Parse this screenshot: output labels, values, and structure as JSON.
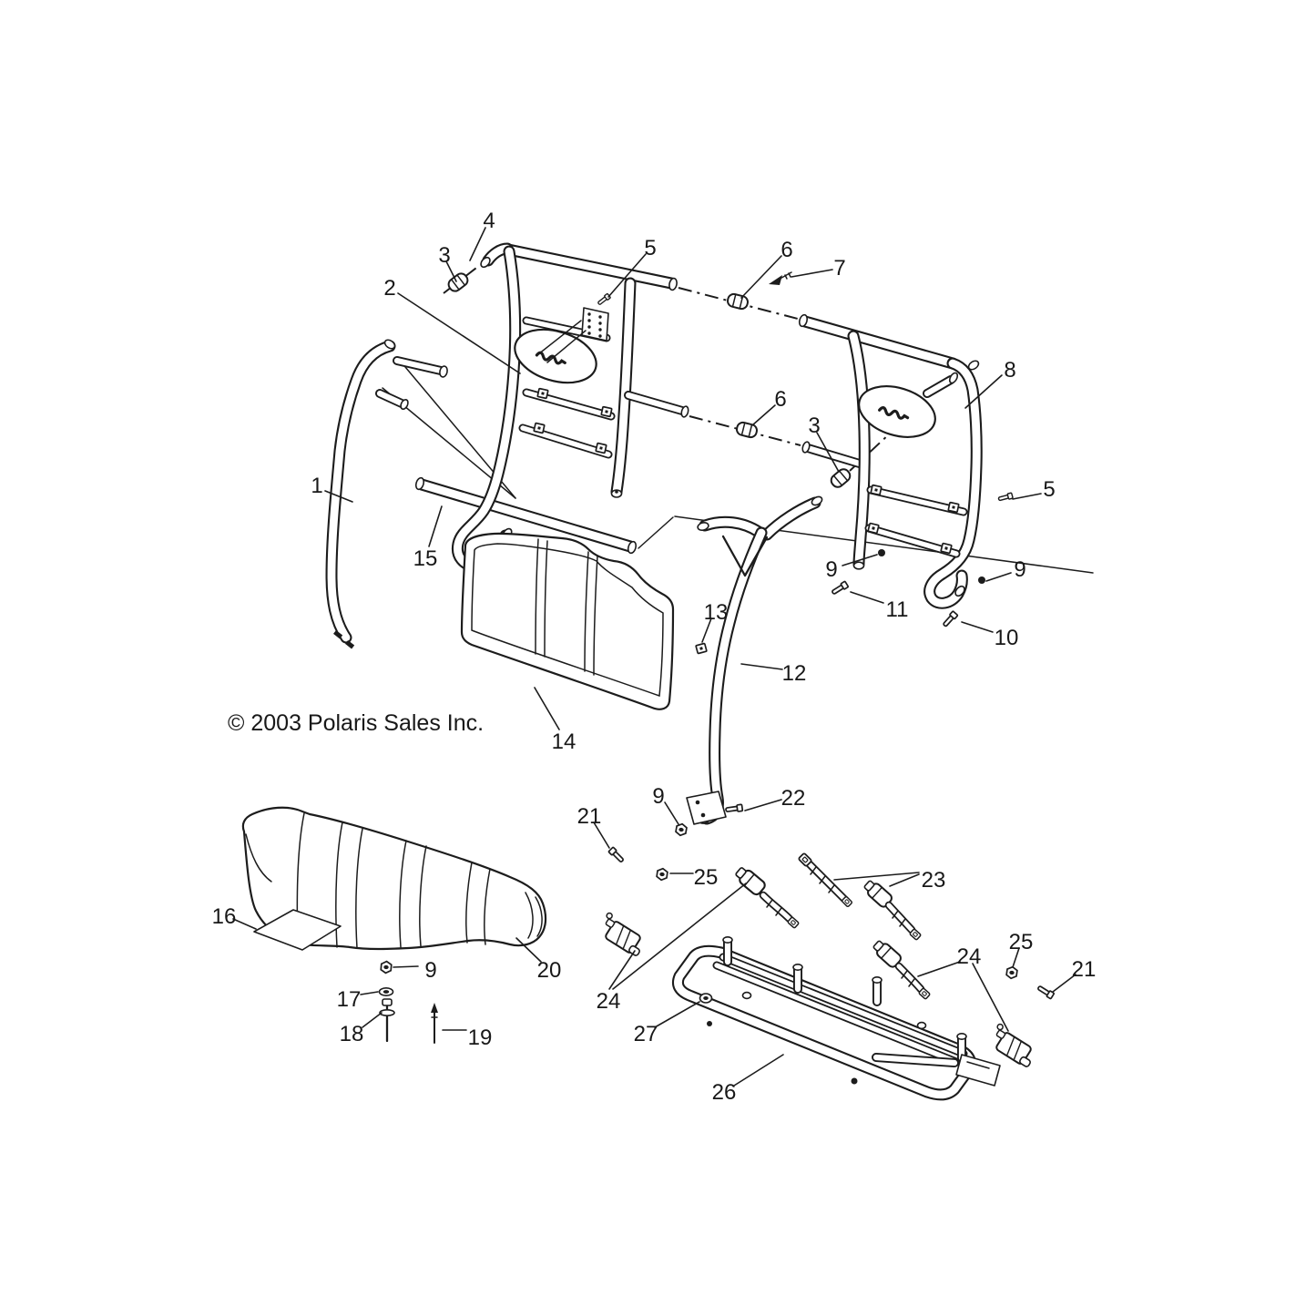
{
  "diagram": {
    "copyright": "© 2003 Polaris Sales Inc.",
    "ink_color": "#1c1c1c",
    "paper_color": "#ffffff"
  },
  "callouts": [
    {
      "ref": "4"
    },
    {
      "ref": "3"
    },
    {
      "ref": "2"
    },
    {
      "ref": "5"
    },
    {
      "ref": "6"
    },
    {
      "ref": "7"
    },
    {
      "ref": "6"
    },
    {
      "ref": "3"
    },
    {
      "ref": "8"
    },
    {
      "ref": "5"
    },
    {
      "ref": "1"
    },
    {
      "ref": "15"
    },
    {
      "ref": "9"
    },
    {
      "ref": "9"
    },
    {
      "ref": "11"
    },
    {
      "ref": "10"
    },
    {
      "ref": "13"
    },
    {
      "ref": "12"
    },
    {
      "ref": "14"
    },
    {
      "ref": "9"
    },
    {
      "ref": "22"
    },
    {
      "ref": "21"
    },
    {
      "ref": "25"
    },
    {
      "ref": "23"
    },
    {
      "ref": "16"
    },
    {
      "ref": "20"
    },
    {
      "ref": "9"
    },
    {
      "ref": "17"
    },
    {
      "ref": "18"
    },
    {
      "ref": "19"
    },
    {
      "ref": "24"
    },
    {
      "ref": "27"
    },
    {
      "ref": "26"
    },
    {
      "ref": "25"
    },
    {
      "ref": "24"
    },
    {
      "ref": "21"
    }
  ]
}
